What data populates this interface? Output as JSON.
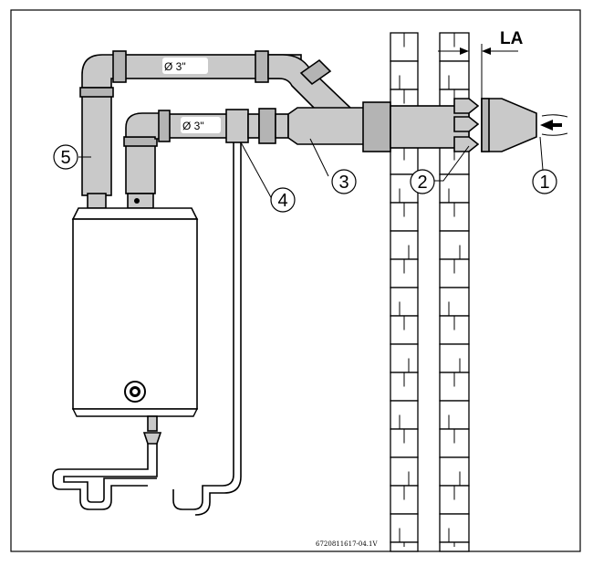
{
  "diagram": {
    "pipe_dimension_top": "Ø 3\"",
    "pipe_dimension_bottom": "Ø 3\"",
    "clearance_label": "LA",
    "callouts": [
      "1",
      "2",
      "3",
      "4",
      "5"
    ],
    "figure_code": "6720811617-04.1V"
  }
}
